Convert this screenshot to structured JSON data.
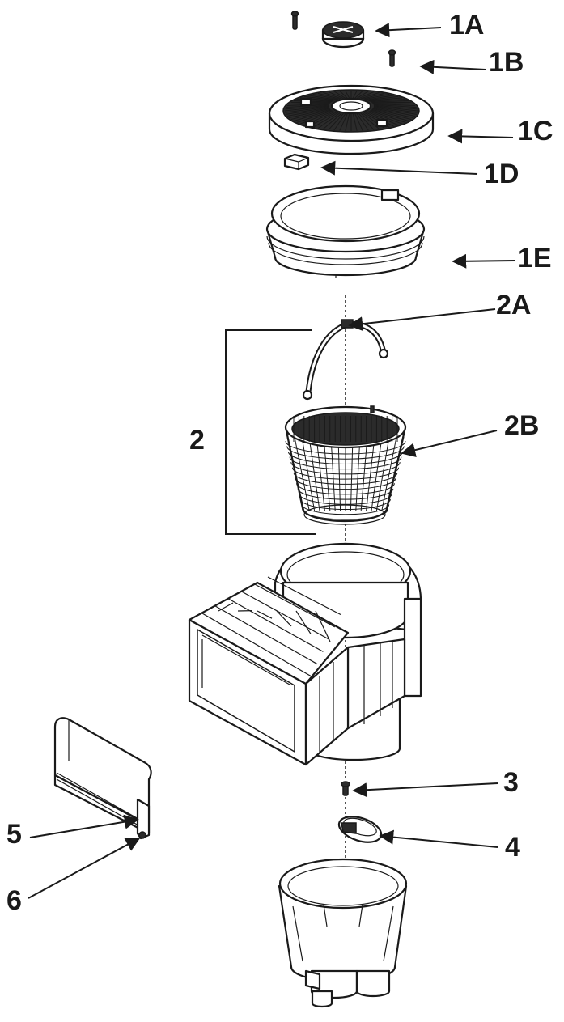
{
  "labels": {
    "1A": "1A",
    "1B": "1B",
    "1C": "1C",
    "1D": "1D",
    "1E": "1E",
    "2A": "2A",
    "2B": "2B",
    "2": "2",
    "3": "3",
    "4": "4",
    "5": "5",
    "6": "6"
  },
  "colors": {
    "ink": "#1a1a1a",
    "background": "#ffffff"
  }
}
